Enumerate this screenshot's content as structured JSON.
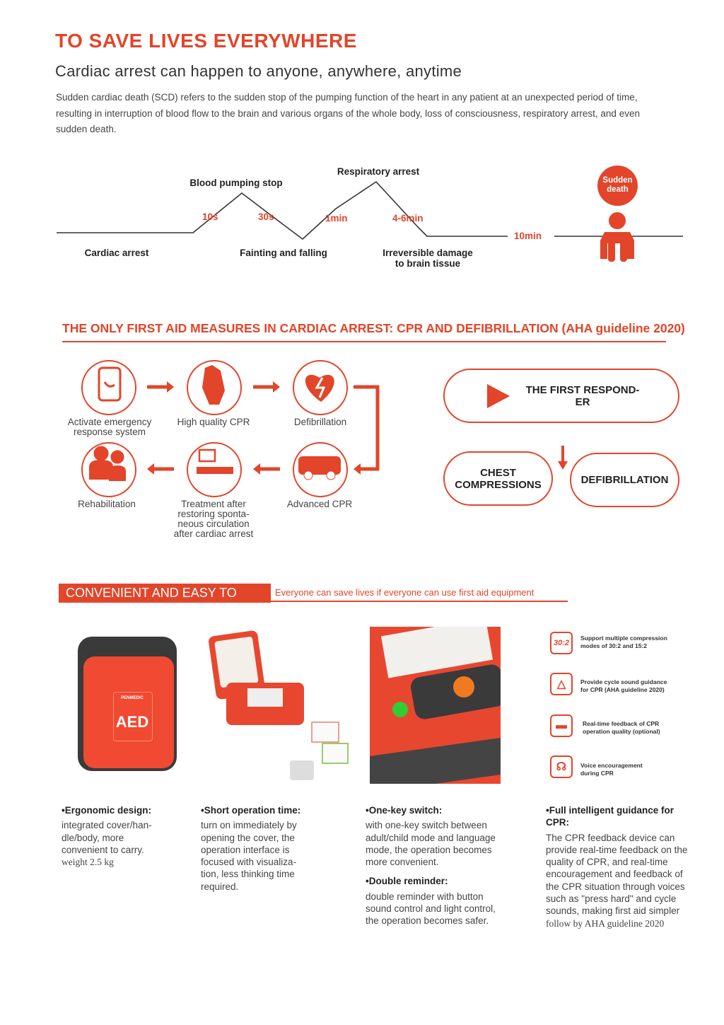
{
  "header": {
    "title": "TO SAVE LIVES EVERYWHERE",
    "subtitle": "Cardiac arrest can happen to anyone, anywhere, anytime",
    "intro": "Sudden cardiac death (SCD) refers to the sudden stop of the pumping function of the heart in any patient at an unexpected period of time, resulting in interruption of blood flow to the brain and various organs of the whole body, loss of consciousness, respiratory arrest, and even sudden death."
  },
  "timeline": {
    "events": [
      "Cardiac arrest",
      "Blood pumping stop",
      "Fainting and falling",
      "Respiratory arrest",
      "Irreversible damage",
      "to brain tissue"
    ],
    "times": [
      "10s",
      "30s",
      "1min",
      "4-6min",
      "10min"
    ],
    "end_line1": "Sudden",
    "end_line2": "death"
  },
  "measures": {
    "title": "THE ONLY FIRST AID MEASURES IN CARDIAC ARREST: CPR AND DEFIBRILLATION (AHA guideline 2020)",
    "steps": [
      {
        "l1": "Activate emergency",
        "l2": "response system"
      },
      {
        "l1": "High quality CPR"
      },
      {
        "l1": "Defibrillation"
      },
      {
        "l1": "Advanced CPR"
      },
      {
        "l1": "Treatment after",
        "l2": "restoring sponta-",
        "l3": "neous circulation",
        "l4": "after cardiac arrest"
      },
      {
        "l1": "Rehabilitation"
      }
    ],
    "first_responder_1": "THE FIRST RESPOND-",
    "first_responder_2": "ER",
    "chest_1": "CHEST",
    "chest_2": "COMPRESSIONS",
    "defib": "DEFIBRILLATION"
  },
  "convenient": {
    "banner": "CONVENIENT AND EASY TO USE",
    "tagline": "Everyone can save lives if everyone can use first aid equipment",
    "aed_label": "AED",
    "brand": "PENMEDIC"
  },
  "features": [
    {
      "title": "•Ergonomic design:",
      "text": "integrated cover/han-dle/body, more convenient to carry.",
      "extra": "weight 2.5 kg"
    },
    {
      "title": "•Short operation time:",
      "text": "turn on immediately by opening the cover, the operation interface is focused with visualiza-tion, less thinking time required."
    },
    {
      "title": "•One-key switch:",
      "text": "with one-key switch between adult/child mode and language mode, the operation becomes more convenient.",
      "title2": "•Double reminder:",
      "text2": "double reminder with button sound control and light control, the operation becomes safer."
    },
    {
      "title": "•Full intelligent guidance for CPR:",
      "text": "The CPR feedback device can provide real-time feedback on the quality of CPR, and real-time encouragement and feedback of the CPR situation through voices such as \"press hard\" and cycle sounds, making first aid simpler",
      "extra": "follow by AHA guideline 2020"
    }
  ],
  "cpr_features": [
    {
      "icon": "30:2",
      "l1": "Support multiple compression",
      "l2": "modes of 30:2 and 15:2"
    },
    {
      "icon": "metronome",
      "l1": "Provide cycle sound guidance",
      "l2": "for CPR (AHA guideline 2020)"
    },
    {
      "icon": "feedback",
      "l1": "Real-time feedback of CPR",
      "l2": "operation quality (optional)"
    },
    {
      "icon": "voice",
      "l1": "Voice encouragement",
      "l2": "during CPR"
    }
  ],
  "colors": {
    "accent": "#e2452a"
  }
}
